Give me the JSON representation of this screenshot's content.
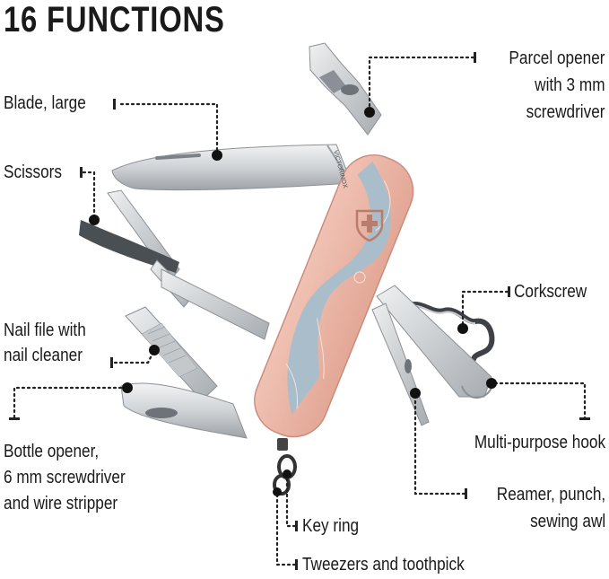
{
  "title": "16 FUNCTIONS",
  "labels": {
    "blade_large": "Blade, large",
    "scissors": "Scissors",
    "nail_file": [
      "Nail file with",
      "nail cleaner"
    ],
    "bottle_opener": [
      "Bottle opener,",
      "6 mm screwdriver",
      "and wire stripper"
    ],
    "parcel_opener": [
      "Parcel opener",
      "with 3 mm",
      "screwdriver"
    ],
    "corkscrew": "Corkscrew",
    "multi_purpose_hook": "Multi-purpose hook",
    "reamer": [
      "Reamer, punch,",
      "sewing awl"
    ],
    "key_ring": "Key ring",
    "tweezers": "Tweezers and toothpick"
  },
  "colors": {
    "handle_pink": "#eab3a3",
    "handle_blue": "#9fb6c4",
    "steel": "#d3d6d9",
    "leader": "#222222"
  },
  "icons": [
    "swiss-cross-shield-icon",
    "key-ring-icon"
  ]
}
